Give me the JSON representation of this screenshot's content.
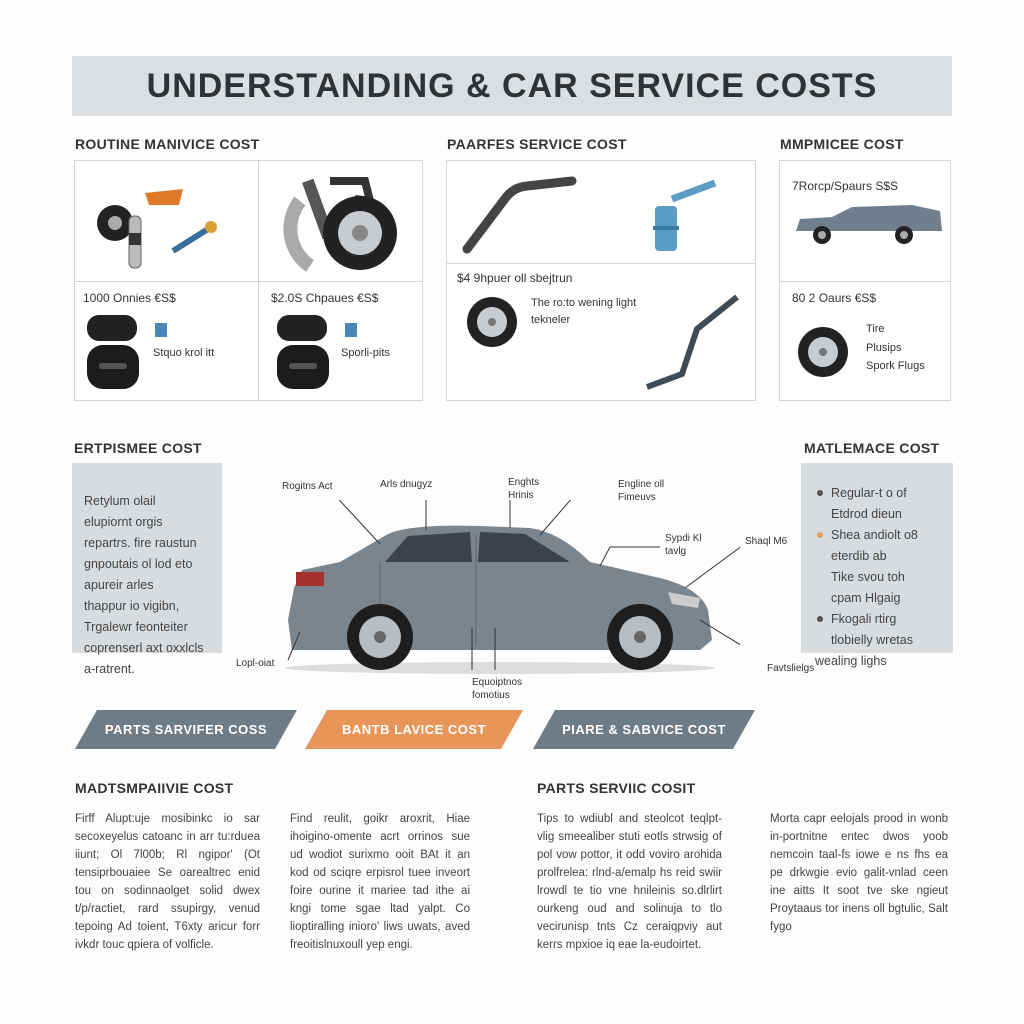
{
  "title": "UNDERSTANDING & CAR SERVICE COSTS",
  "top": {
    "routine": {
      "heading": "ROUTINE MANIVICE COST",
      "cell3_price": "1000 Onnies €S$",
      "cell4_price": "$2.0S Chpaues €S$",
      "cell3_label": "Stquo krol itt",
      "cell4_label": "Sporli-pits"
    },
    "parts": {
      "heading": "PAARFES SERVICE COST",
      "price": "$4 9hpuer oll sbejtrun",
      "label1": "The ro:to  wening light",
      "label2": "tekneler"
    },
    "mmp": {
      "heading": "MMPMICEE COST",
      "price1": "7Rorcp/Spaurs S$S",
      "price2": "80 2 Oaurs €S$",
      "labels": [
        "Tire",
        "Plusips",
        "Spork Flugs"
      ]
    }
  },
  "middle": {
    "left_heading": "ERTPISMEE COST",
    "left_text": [
      "Retylum olail",
      "elupiornt orgis",
      "repartrs. fire raustun",
      "gnpoutais ol lod eto",
      "apureir arles",
      "thappur io vigibn,",
      "Trgalewr feonteiter",
      "coprenserl axt oxxlcls",
      "a-ratrent."
    ],
    "right_heading": "MATLEMACE COST",
    "right_items": [
      {
        "text": [
          "Regular-t o of",
          "Etdrod dieun"
        ],
        "color": "#555555"
      },
      {
        "text": [
          "Shea andiolt o8",
          "eterdib ab",
          "Tike svou toh",
          "cpam Hlgaig"
        ],
        "color": "#e0a060"
      },
      {
        "text": [
          "Fkogali rtirg",
          "tlobielly wretas",
          "wealing lighs"
        ],
        "color": "#555555"
      }
    ],
    "callouts": [
      "Rogitns Act",
      "Arls dnugyz",
      "Enghts Hrinis",
      "Engline oll Fimeuvs",
      "Sypdi Kl tavlg",
      "Shaql M6",
      "Lopl-oiat",
      "Equoiptnos fomotius",
      "Favtslielgs"
    ]
  },
  "ribbons": [
    {
      "label": "PARTS SARVIFER COSS",
      "color": "#6e7c88"
    },
    {
      "label": "BANTB LAVICE COST",
      "color": "#e8955a"
    },
    {
      "label": "PIARE & SABVICE COST",
      "color": "#6e7c88"
    }
  ],
  "bottom": {
    "left_heading": "MADTSMPAIIVIE COST",
    "right_heading": "PARTS SERVIIC COSIT",
    "columns": [
      "Firff Alupt:uje mosibinkc io sar secoxeyelus catoanc in arr tu:rduea iiunt; Ol 7l00b; Rl ngipor' (Ot tensiprbouaiee Se oarealtrec enid tou on sodinnaolget solid dwex t/p/ractiet, rard ssupirgy, venud tepoing Ad toient, T6xty aricur forr ivkdr touc qpiera of volficle.",
      "Find reulit, goikr aroxrit, Hiae ihoigino-omente acrt orrinos sue ud wodiot surixmo ooit BAt it an kod od sciqre erpisrol tuee inveort foire ourine it mariee tad ithe ai kngi tome sgae ltad yalpt. Co lioptiralling inioro' liws uwats, aved freoitislnuxoull yep engi.",
      "Tips to wdiubl and steolcot teqlpt-vlig smeealiber stuti eotls strwsig of pol vow pottor, it odd voviro arohida prolfrelea: rlnd-a/emalp hs reid swiir lrowdl te tio vne hnileinis so.dlrlirt ourkeng oud and solinuja to tlo vecirunisp tnts Cz ceraiqpviy aut kerrs mpxioe iq eae la-eudoirtet.",
      "Morta capr eelojals prood in wonb in-portnitne entec dwos yoob nemcoin taal-fs iowe e ns fhs ea pe drkwgie evio galit-vnlad ceen ine aitts It soot tve ske ngieut Proytaaus tor inens oll bgtulic, Salt fygo"
    ]
  }
}
